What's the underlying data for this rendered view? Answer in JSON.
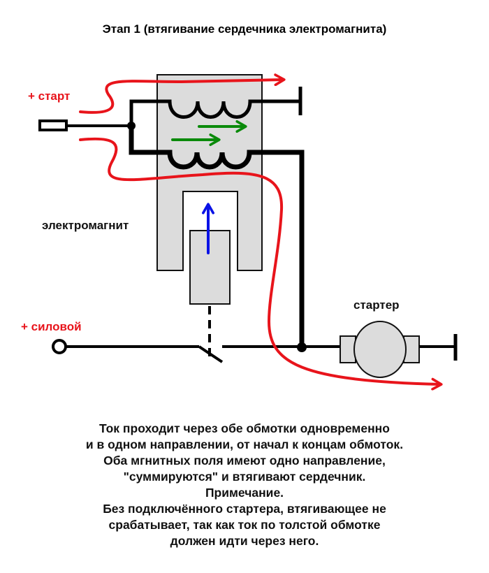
{
  "title": "Этап 1 (втягивание сердечника электромагнита)",
  "labels": {
    "start": "+ старт",
    "electromagnet": "электромагнит",
    "power": "+ силовой",
    "starter": "стартер"
  },
  "colors": {
    "current_path": "#e8141b",
    "magnetic_field": "#0a8a0a",
    "core_motion": "#0a12e6",
    "body_fill": "#dcdcdc",
    "wire": "#000000"
  },
  "icons": {
    "current_arrow": "red-arrow-icon",
    "field_arrow": "green-arrow-icon",
    "core_arrow": "blue-up-arrow-icon"
  },
  "notes": [
    "Ток проходит через обе обмотки одновременно",
    "и в одном направлении, от начал к концам обмоток.",
    "Оба мгнитных поля имеют одно направление,",
    "\"суммируются\" и  втягивают сердечник.",
    "Примечание.",
    "Без подключённого стартера, втягивающее не",
    "срабатывает, так как ток по толстой обмотке",
    "должен идти через него."
  ]
}
